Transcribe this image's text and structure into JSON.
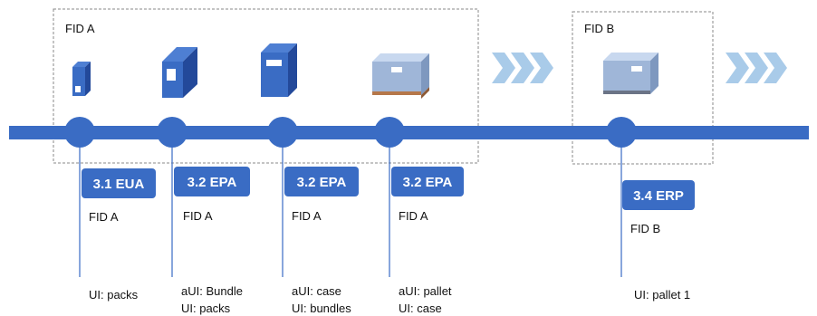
{
  "colors": {
    "timeline": "#3a6cc4",
    "node": "#3a6cc4",
    "badge": "#3a6cc4",
    "badge_text": "#ffffff",
    "chevron": "#a9cbe9",
    "frame": "#888888",
    "text": "#111111"
  },
  "groups": [
    {
      "title": "FID A"
    },
    {
      "title": "FID B"
    }
  ],
  "stages": [
    {
      "badge": "3.1 EUA",
      "fid": "FID A",
      "ui_lines": [
        "UI: packs"
      ],
      "item": "pack"
    },
    {
      "badge": "3.2 EPA",
      "fid": "FID A",
      "ui_lines": [
        "aUI: Bundle",
        "UI: packs"
      ],
      "item": "bundle"
    },
    {
      "badge": "3.2 EPA",
      "fid": "FID A",
      "ui_lines": [
        "aUI: case",
        "UI: bundles"
      ],
      "item": "case"
    },
    {
      "badge": "3.2 EPA",
      "fid": "FID A",
      "ui_lines": [
        "aUI: pallet",
        "UI: case"
      ],
      "item": "pallet"
    },
    {
      "badge": "3.4 ERP",
      "fid": "FID B",
      "ui_lines": [
        "UI: pallet 1"
      ],
      "item": "pallet"
    }
  ],
  "connectors": [
    {
      "type": "chevron-arrow",
      "count": 3
    },
    {
      "type": "chevron-arrow",
      "count": 3
    }
  ]
}
